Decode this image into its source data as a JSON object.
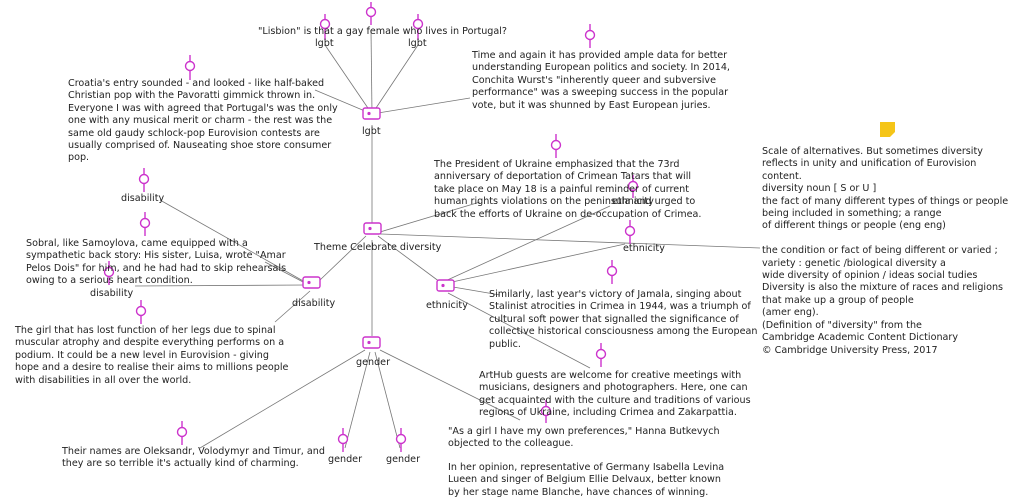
{
  "colors": {
    "accent": "#cc33cc",
    "note": "#f5c518",
    "edge": "#777777"
  },
  "icons": {
    "pin": "pin-icon",
    "hub": "tag-icon",
    "note": "sticky-note-icon"
  },
  "hubs": {
    "lgbt": "lgbt",
    "theme": "Theme Celebrate diversity",
    "disability": "disability",
    "ethnicity": "ethnicity",
    "gender": "gender"
  },
  "tags": {
    "lgbt_1": "lgbt",
    "lgbt_2": "lgbt",
    "disability_1": "disability",
    "disability_2": "disability",
    "ethnicity_1": "ethnicity",
    "ethnicity_2": "ethnicity",
    "gender_1": "gender",
    "gender_2": "gender"
  },
  "notes": {
    "lisbion": "\"Lisbion\" is that a gay female who lives in Portugal?",
    "croatia": "Croatia's entry sounded - and looked - like half-baked\nChristian pop with the Pavoratti gimmick thrown in.\nEveryone I was with agreed that Portugal's was the only\none with any musical merit or charm - the rest was the\nsame old gaudy schlock-pop Eurovision contests are\nusually comprised of. Nauseating shoe store consumer\npop.",
    "conchita": "Time and again it has provided ample data for better\nunderstanding European politics and society. In 2014,\nConchita Wurst's \"inherently queer and subversive\nperformance\" was a sweeping success in the popular\nvote, but it was shunned by East European juries.",
    "ukraine": "The President of Ukraine emphasized that the 73rd\nanniversary of deportation of Crimean Tatars that will\ntake place on May 18 is a painful reminder of current\nhuman rights violations on the peninsula and urged to\nback the efforts of Ukraine on de-occupation of Crimea.",
    "sobral": "Sobral, like Samoylova, came equipped with a\nsympathetic back story: His sister, Luisa, wrote \"Amar\nPelos Dois\" for him, and he had had to skip rehearsals\nowing to a serious heart condition.",
    "girl": "The girl that has lost function of her legs due to spinal\nmuscular atrophy and despite everything performs on a\npodium. It could be a new level in Eurovision - giving\nhope and a desire to realise their aims to millions people\nwith disabilities in all over the world.",
    "jamala": "Similarly, last year's victory of Jamala, singing about\nStalinist atrocities in Crimea in 1944, was a triumph of\ncultural soft power that signalled the significance of\ncollective historical consciousness among the European\npublic.",
    "arthub": "ArtHub guests are welcome for creative meetings with\nmusicians, designers and photographers. Here, one can\nget acquainted with the culture and traditions of various\nregions of Ukraine, including Crimea and Zakarpattia.",
    "names": "Their names are Oleksandr, Volodymyr and Timur, and\nthey are so terrible it's actually kind of charming.",
    "preferences": "\"As a girl I have my own preferences,\" Hanna Butkevych\nobjected to the colleague.",
    "opinion": "In her opinion, representative of Germany Isabella Levina\nLueen and singer of Belgium Ellie Delvaux, better known\nby her stage name Blanche, have chances of winning.",
    "definition": "Scale of alternatives.  But sometimes diversity\nreflects in unity and unification of Eurovision\ncontent.\ndiversity noun [ S or U ]\nthe fact of many different types of things or people\nbeing included in something; a range\nof different things or people (eng eng)\n\nthe condition or fact of being different or varied ;\nvariety : genetic /biological diversity a\nwide diversity of opinion / ideas social  tudies\nDiversity is also the mixture of races and religions\nthat make up a group of people\n(amer eng).\n(Definition of \"diversity\" from the\nCambridge Academic Content Dictionary\n© Cambridge University Press, 2017"
  }
}
